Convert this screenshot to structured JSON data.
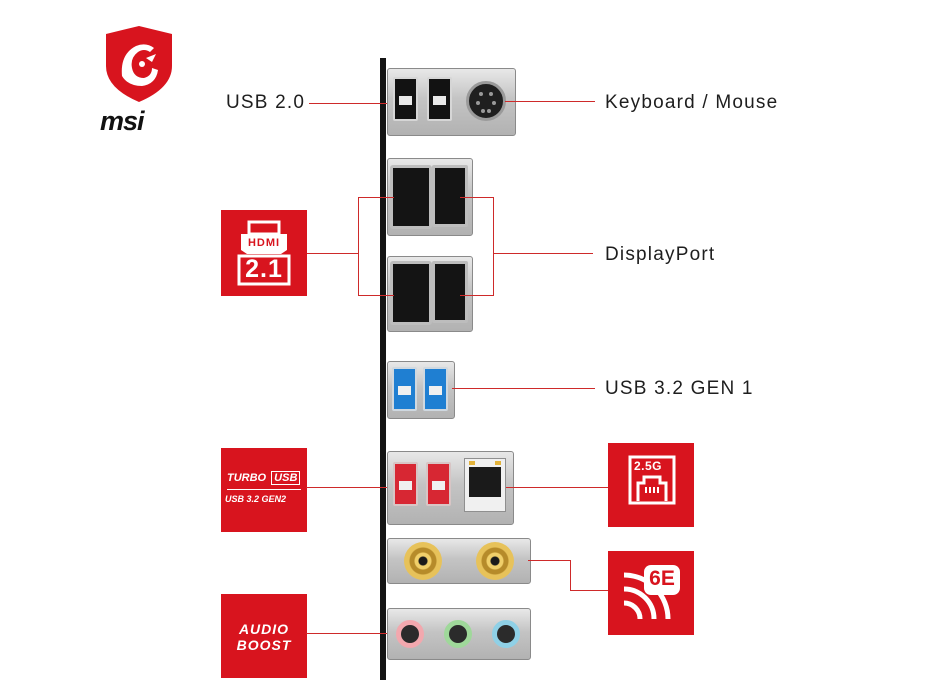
{
  "brand": {
    "name": "msi",
    "color": "#d8141e"
  },
  "labels": {
    "usb2": "USB 2.0",
    "keyboard_mouse": "Keyboard / Mouse",
    "displayport": "DisplayPort",
    "usb32gen1": "USB 3.2 GEN 1"
  },
  "badges": {
    "hdmi": {
      "top": "HDMI",
      "bottom": "2.1"
    },
    "turbo_usb": {
      "line1a": "TURBO",
      "line1b": "USB",
      "line2": "USB 3.2 GEN2"
    },
    "lan": {
      "speed": "2.5G"
    },
    "wifi": {
      "version": "6E"
    },
    "audio": {
      "line1": "AUDIO",
      "line2": "BOOST"
    }
  },
  "colors": {
    "accent": "#d8141e",
    "usb3_blue": "#1f7fd2",
    "usb_gen2_red": "#d72733",
    "jack_pink": "#f2a8ae",
    "jack_green": "#9fd89a",
    "jack_blue": "#8fd0e6"
  }
}
